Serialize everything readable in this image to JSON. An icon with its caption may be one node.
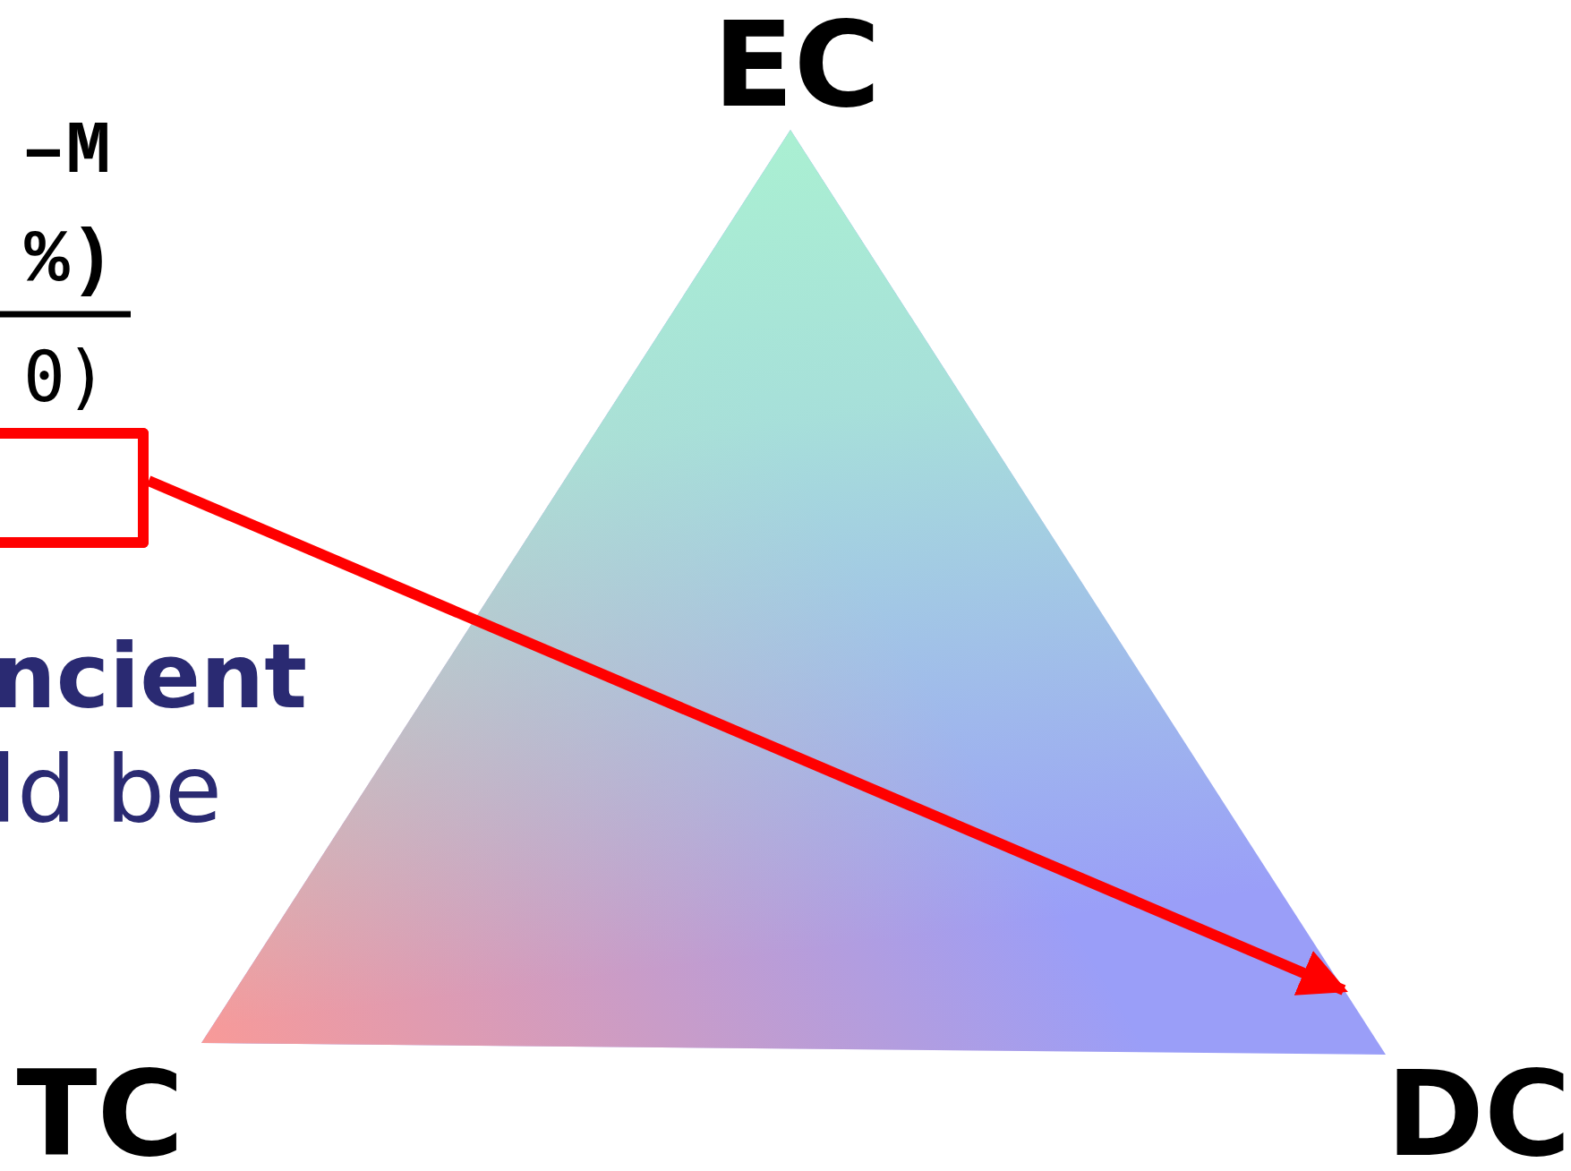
{
  "diagram": {
    "nodes": [
      {
        "text": [],
        "shape": "box"
      },
      {
        "text": [],
        "shape": "triangle"
      }
    ],
    "edges": [
      {
        "from": 0,
        "to": 1,
        "arrow": "to"
      }
    ],
    "labels": [
      "–M",
      "%)",
      "0)",
      "ncient",
      "ld be",
      "EC",
      "TC",
      "DC"
    ]
  }
}
